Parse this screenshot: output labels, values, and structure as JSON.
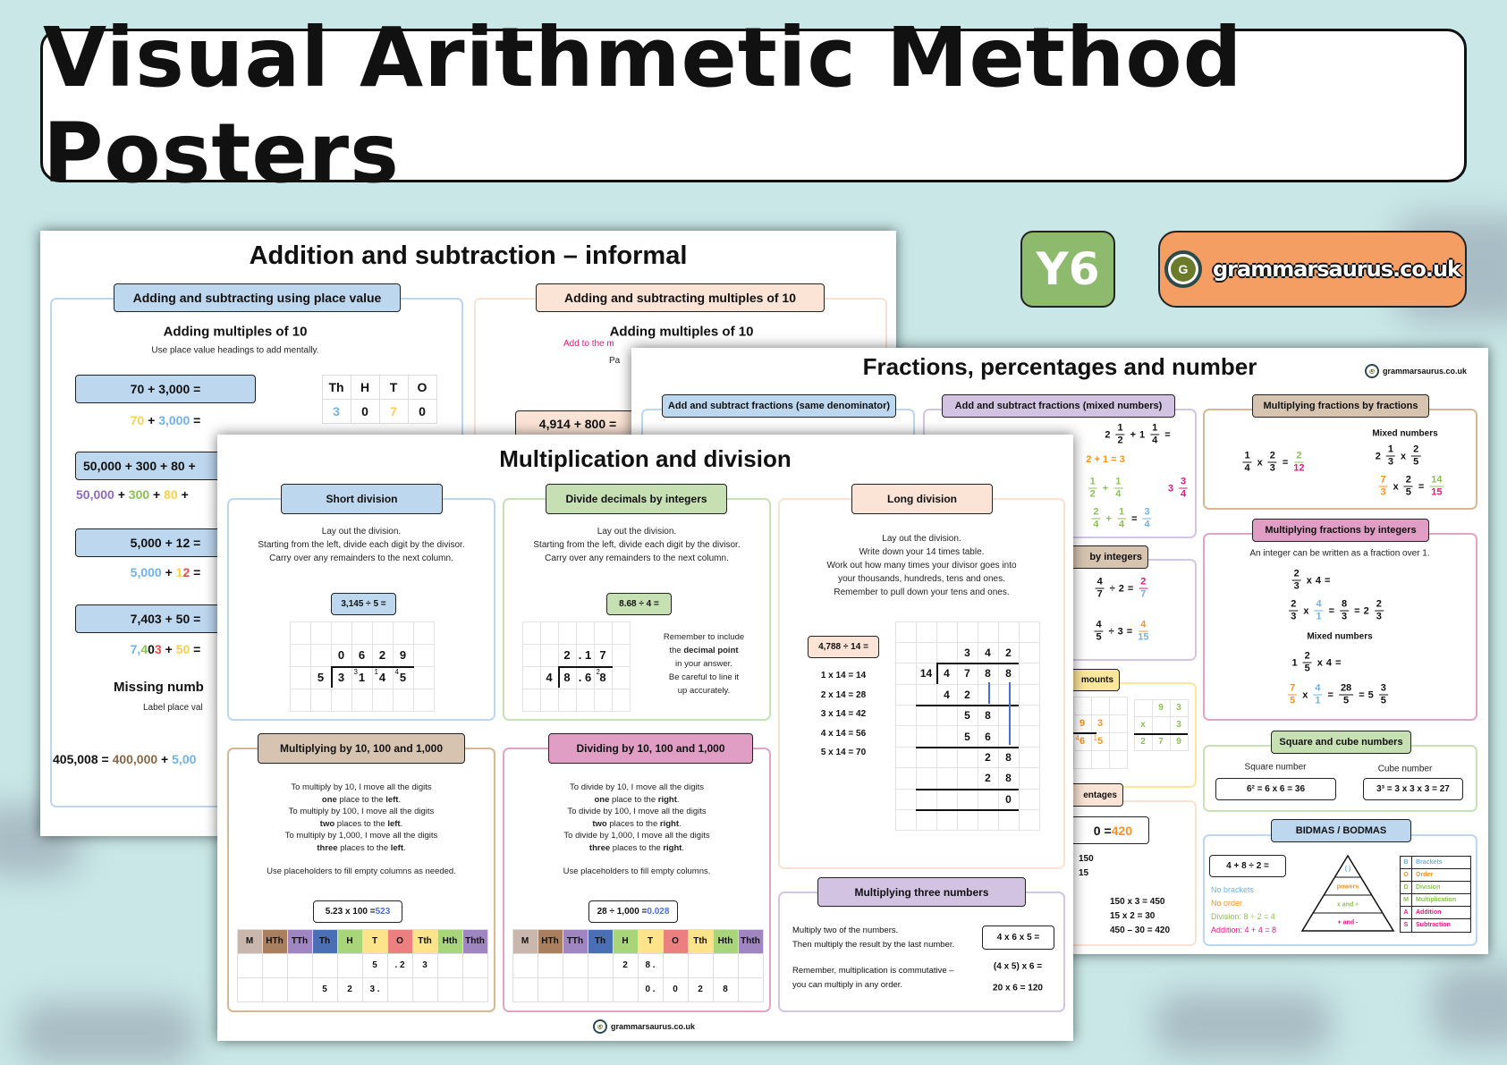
{
  "header": {
    "title": "Visual Arithmetic Method Posters"
  },
  "badge": {
    "year": "Y6"
  },
  "brand": {
    "site": "grammarsaurus.co.uk",
    "logo_letter": "G"
  },
  "colors": {
    "background": "#c9e7e7",
    "badge": "#8dba6d",
    "brand": "#f59e63",
    "answer_blue": "#4a6fd0"
  },
  "addition": {
    "title": "Addition and subtraction – informal",
    "left": {
      "header": "Adding and subtracting using place value",
      "subtitle": "Adding multiples of 10",
      "hint": "Use place value headings to add mentally.",
      "ex1": {
        "q": "70 + 3,000 =",
        "a": [
          "70",
          " + ",
          "3,000",
          " ="
        ]
      },
      "pv_headers": [
        "Th",
        "H",
        "T",
        "O"
      ],
      "pv_values": [
        "3",
        "0",
        "7",
        "0"
      ],
      "ex2": {
        "q": "50,000 + 300 + 80 +",
        "a": [
          "50,000",
          " + ",
          "300",
          " + ",
          "80",
          " +"
        ]
      },
      "ex3": {
        "q": "5,000 + 12 =",
        "a": [
          "5,000",
          " + ",
          "1",
          "2",
          " ="
        ]
      },
      "ex4": {
        "q": "7,403 + 50 =",
        "a": [
          "7,",
          "4",
          "0",
          "3",
          " + ",
          "50",
          " ="
        ]
      },
      "missing_title": "Missing numb",
      "missing_hint": "Label place val",
      "missing_eq": [
        "405,008 = ",
        "400,000",
        " + ",
        "5,00"
      ]
    },
    "right": {
      "header": "Adding and subtracting multiples of 10",
      "subtitle": "Adding multiples of 10",
      "hint": "Add to the m",
      "hint2": "Pa",
      "ex1": "4,914 + 800 ="
    }
  },
  "fractions": {
    "title": "Fractions, percentages and number",
    "logo": "grammarsaurus.co.uk",
    "same_denominator": {
      "header": "Add and subtract fractions (same denominator)"
    },
    "mixed": {
      "header": "Add and subtract fractions (mixed numbers)",
      "q": {
        "w1": "2",
        "f1": {
          "n": "1",
          "d": "2"
        },
        "op": "+",
        "w2": "1",
        "f2": {
          "n": "1",
          "d": "4"
        },
        "eq": "="
      },
      "step1": "2 + 1 = 3",
      "step2": {
        "f1": {
          "n": "1",
          "d": "2"
        },
        "op": "+",
        "f2": {
          "n": "1",
          "d": "4"
        }
      },
      "step3": {
        "f1": {
          "n": "2",
          "d": "4"
        },
        "op": "+",
        "f2": {
          "n": "1",
          "d": "4"
        },
        "eq": "=",
        "r": {
          "n": "3",
          "d": "4"
        }
      },
      "answer": {
        "w": "3",
        "f": {
          "n": "3",
          "d": "4"
        }
      }
    },
    "mult_frac": {
      "header": "Multiplying fractions by fractions",
      "ex": {
        "f1": {
          "n": "1",
          "d": "4"
        },
        "x": "x",
        "f2": {
          "n": "2",
          "d": "3"
        },
        "eq": "=",
        "r": {
          "n": "2",
          "d": "12"
        }
      },
      "mixed_title": "Mixed numbers",
      "mixed_q": {
        "w": "2",
        "f1": {
          "n": "1",
          "d": "3"
        },
        "x": "x",
        "f2": {
          "n": "2",
          "d": "5"
        }
      },
      "mixed_a": {
        "f1": {
          "n": "7",
          "d": "3"
        },
        "x": "x",
        "f2": {
          "n": "2",
          "d": "5"
        },
        "eq": "=",
        "r": {
          "n": "14",
          "d": "15"
        }
      }
    },
    "divide_int": {
      "header": "by integers",
      "ex1": {
        "f": {
          "n": "4",
          "d": "7"
        },
        "op": "÷",
        "k": "2",
        "eq": "=",
        "r": {
          "n": "2",
          "d": "7"
        }
      },
      "ex2": {
        "f": {
          "n": "4",
          "d": "5"
        },
        "op": "÷",
        "k": "3",
        "eq": "=",
        "r": {
          "n": "4",
          "d": "15"
        }
      }
    },
    "amounts": {
      "header": "mounts",
      "div_rows": [
        [
          "",
          "",
          ""
        ],
        [
          "9",
          "3",
          ""
        ],
        [
          "6",
          "5",
          ""
        ],
        [
          "",
          "",
          ""
        ]
      ],
      "div_carries": [
        [
          "",
          "",
          ""
        ],
        [
          "",
          "",
          ""
        ],
        [
          "4",
          "1",
          ""
        ],
        [
          "",
          "",
          ""
        ]
      ],
      "mult_rows": [
        [
          "",
          "9",
          "3"
        ],
        [
          "x",
          "",
          "3"
        ],
        [
          "2",
          "7",
          "9"
        ]
      ]
    },
    "percentages": {
      "header": "entages",
      "box_q": "0 = ",
      "box_a": "420",
      "lines": [
        "150",
        "15"
      ],
      "working": [
        "150 x 3 = 450",
        "15 x 2 = 30",
        "450 – 30 = 420"
      ]
    },
    "mult_int": {
      "header": "Multiplying fractions by integers",
      "hint": "An integer can be written as a fraction over 1.",
      "q1": {
        "f": {
          "n": "2",
          "d": "3"
        },
        "x": "x",
        "k": "4",
        "eq": "="
      },
      "a1": {
        "f": {
          "n": "2",
          "d": "3"
        },
        "x": "x",
        "f2": {
          "n": "4",
          "d": "1"
        },
        "eq": "=",
        "r": {
          "n": "8",
          "d": "3"
        },
        "eq2": "=",
        "w": "2",
        "rf": {
          "n": "2",
          "d": "3"
        }
      },
      "mixed_title": "Mixed numbers",
      "q2": {
        "w0": "1",
        "f": {
          "n": "2",
          "d": "5"
        },
        "x": "x",
        "k": "4",
        "eq": "="
      },
      "a2": {
        "f": {
          "n": "7",
          "d": "5"
        },
        "x": "x",
        "f2": {
          "n": "4",
          "d": "1"
        },
        "eq": "=",
        "r": {
          "n": "28",
          "d": "5"
        },
        "eq2": "=",
        "w": "5",
        "rf": {
          "n": "3",
          "d": "5"
        }
      }
    },
    "square_cube": {
      "header": "Square and cube numbers",
      "square_label": "Square number",
      "square_ex": "6² = 6 x 6 = 36",
      "cube_label": "Cube number",
      "cube_ex": "3³ = 3 x 3 x 3 = 27"
    },
    "bidmas": {
      "header": "BIDMAS / BODMAS",
      "q": "4 + 8 ÷ 2 =",
      "steps": [
        "No brackets",
        "No order",
        "Division: 8 ÷ 2 = 4",
        "Addition: 4 + 4 = 8"
      ],
      "pyramid": [
        "( )",
        "powers",
        "x and ÷",
        "+ and -"
      ],
      "table": [
        [
          "B",
          "Brackets"
        ],
        [
          "O",
          "Order"
        ],
        [
          "D",
          "Division"
        ],
        [
          "M",
          "Multiplication"
        ],
        [
          "A",
          "Addition"
        ],
        [
          "S",
          "Subtraction"
        ]
      ]
    }
  },
  "multiplication": {
    "title": "Multiplication and division",
    "short_division": {
      "header": "Short division",
      "text": [
        "Lay out the division.",
        "Starting from the left, divide each digit by the divisor.",
        "Carry over any remainders to the next column."
      ],
      "q": "3,145 ÷ 5 =",
      "rows": [
        [
          "",
          "",
          "",
          "",
          "",
          "",
          ""
        ],
        [
          "",
          "",
          "0",
          "6",
          "2",
          "9",
          ""
        ],
        [
          "",
          "5",
          "3",
          "1",
          "4",
          "5",
          ""
        ],
        [
          "",
          "",
          "",
          "",
          "",
          "",
          ""
        ]
      ],
      "carries": [
        [
          "",
          "",
          "",
          "",
          "",
          "",
          ""
        ],
        [
          "",
          "",
          "",
          "",
          "",
          "",
          ""
        ],
        [
          "",
          "",
          "",
          "3",
          "1",
          "4",
          ""
        ],
        [
          "",
          "",
          "",
          "",
          "",
          "",
          ""
        ]
      ]
    },
    "divide_decimals": {
      "header": "Divide decimals by integers",
      "text": [
        "Lay out the division.",
        "Starting from the left, divide each digit by the divisor.",
        "Carry over any remainders to the next column."
      ],
      "q": "8.68 ÷ 4 =",
      "rows": [
        [
          "",
          "",
          "",
          "",
          "",
          ""
        ],
        [
          "",
          "",
          "2",
          ". 1",
          "7",
          ""
        ],
        [
          "",
          "4",
          "8",
          ". 6",
          "8",
          ""
        ],
        [
          "",
          "",
          "",
          "",
          "",
          ""
        ]
      ],
      "carries": [
        [
          "",
          "",
          "",
          "",
          "",
          ""
        ],
        [
          "",
          "",
          "",
          "",
          "",
          ""
        ],
        [
          "",
          "",
          "",
          "",
          "2",
          ""
        ],
        [
          "",
          "",
          "",
          "",
          "",
          ""
        ]
      ],
      "note": [
        "Remember to include",
        "the ",
        "decimal point",
        "in your answer.",
        "Be careful to line it",
        "up accurately."
      ]
    },
    "long_division": {
      "header": "Long division",
      "text": [
        "Lay out the division.",
        "Write down your 14 times table.",
        "Work out how many times your divisor goes into",
        "your thousands, hundreds, tens and ones.",
        "Remember to pull down your tens and ones."
      ],
      "q": "4,788 ÷ 14 =",
      "table": [
        "1 x 14 = 14",
        "2 x 14 = 28",
        "3 x 14 = 42",
        "4 x 14 = 56",
        "5 x 14 = 70"
      ],
      "rows": [
        [
          "",
          "",
          "",
          "",
          "",
          "",
          ""
        ],
        [
          "",
          "",
          "",
          "3",
          "4",
          "2",
          ""
        ],
        [
          "",
          "14",
          "4",
          "7",
          "8",
          "8",
          ""
        ],
        [
          "",
          "",
          "4",
          "2",
          "",
          "",
          ""
        ],
        [
          "",
          "",
          "",
          "5",
          "8",
          "",
          ""
        ],
        [
          "",
          "",
          "",
          "5",
          "6",
          "",
          ""
        ],
        [
          "",
          "",
          "",
          "",
          "2",
          "8",
          ""
        ],
        [
          "",
          "",
          "",
          "",
          "2",
          "8",
          ""
        ],
        [
          "",
          "",
          "",
          "",
          "",
          "0",
          ""
        ],
        [
          "",
          "",
          "",
          "",
          "",
          "",
          ""
        ]
      ]
    },
    "multiply_10": {
      "header": "Multiplying by 10, 100 and 1,000",
      "text": [
        [
          "To multiply by 10, I move all the digits"
        ],
        [
          "one",
          " place to the ",
          "left",
          "."
        ],
        [
          "To multiply by 100, I move all the digits"
        ],
        [
          "two",
          " places to the ",
          "left",
          "."
        ],
        [
          "To multiply by 1,000, I move all the digits"
        ],
        [
          "three",
          " places to the ",
          "left",
          "."
        ]
      ],
      "tip": "Use placeholders to fill empty columns as needed.",
      "q": "5.23 x 100 = ",
      "a": "523",
      "headers": [
        "M",
        "HTh",
        "TTh",
        "Th",
        "H",
        "T",
        "O",
        "Tth",
        "Hth",
        "Thth"
      ],
      "rows": [
        [
          "",
          "",
          "",
          "",
          "",
          "5",
          ". 2",
          "3",
          "",
          ""
        ],
        [
          "",
          "",
          "",
          "5",
          "2",
          "3 .",
          "",
          "",
          "",
          ""
        ]
      ]
    },
    "divide_10": {
      "header": "Dividing by 10, 100 and 1,000",
      "text": [
        [
          "To divide by 10, I move all the digits"
        ],
        [
          "one",
          " place to the ",
          "right",
          "."
        ],
        [
          "To divide by 100, I move all the digits"
        ],
        [
          "two",
          " places to the ",
          "right",
          "."
        ],
        [
          "To divide by 1,000, I move all the digits"
        ],
        [
          "three",
          " places to the ",
          "right",
          "."
        ]
      ],
      "tip": "Use placeholders to fill empty columns.",
      "q": "28 ÷ 1,000 = ",
      "a": "0.028",
      "headers": [
        "M",
        "HTh",
        "TTh",
        "Th",
        "H",
        "T",
        "O",
        "Tth",
        "Hth",
        "Thth"
      ],
      "rows": [
        [
          "",
          "",
          "",
          "",
          "2",
          "8 .",
          "",
          "",
          "",
          ""
        ],
        [
          "",
          "",
          "",
          "",
          "",
          "0 .",
          "0",
          "2",
          "8",
          ""
        ]
      ]
    },
    "three_numbers": {
      "header": "Multiplying three numbers",
      "text1": [
        "Multiply two of the numbers.",
        "Then multiply the result by the last number."
      ],
      "text2": [
        "Remember, multiplication is commutative –",
        "you can multiply in any order."
      ],
      "q": "4 x 6 x 5 =",
      "step1": "(4 x 5) x 6 =",
      "step2": "20 x 6 = 120"
    },
    "footer": "grammarsaurus.co.uk"
  }
}
